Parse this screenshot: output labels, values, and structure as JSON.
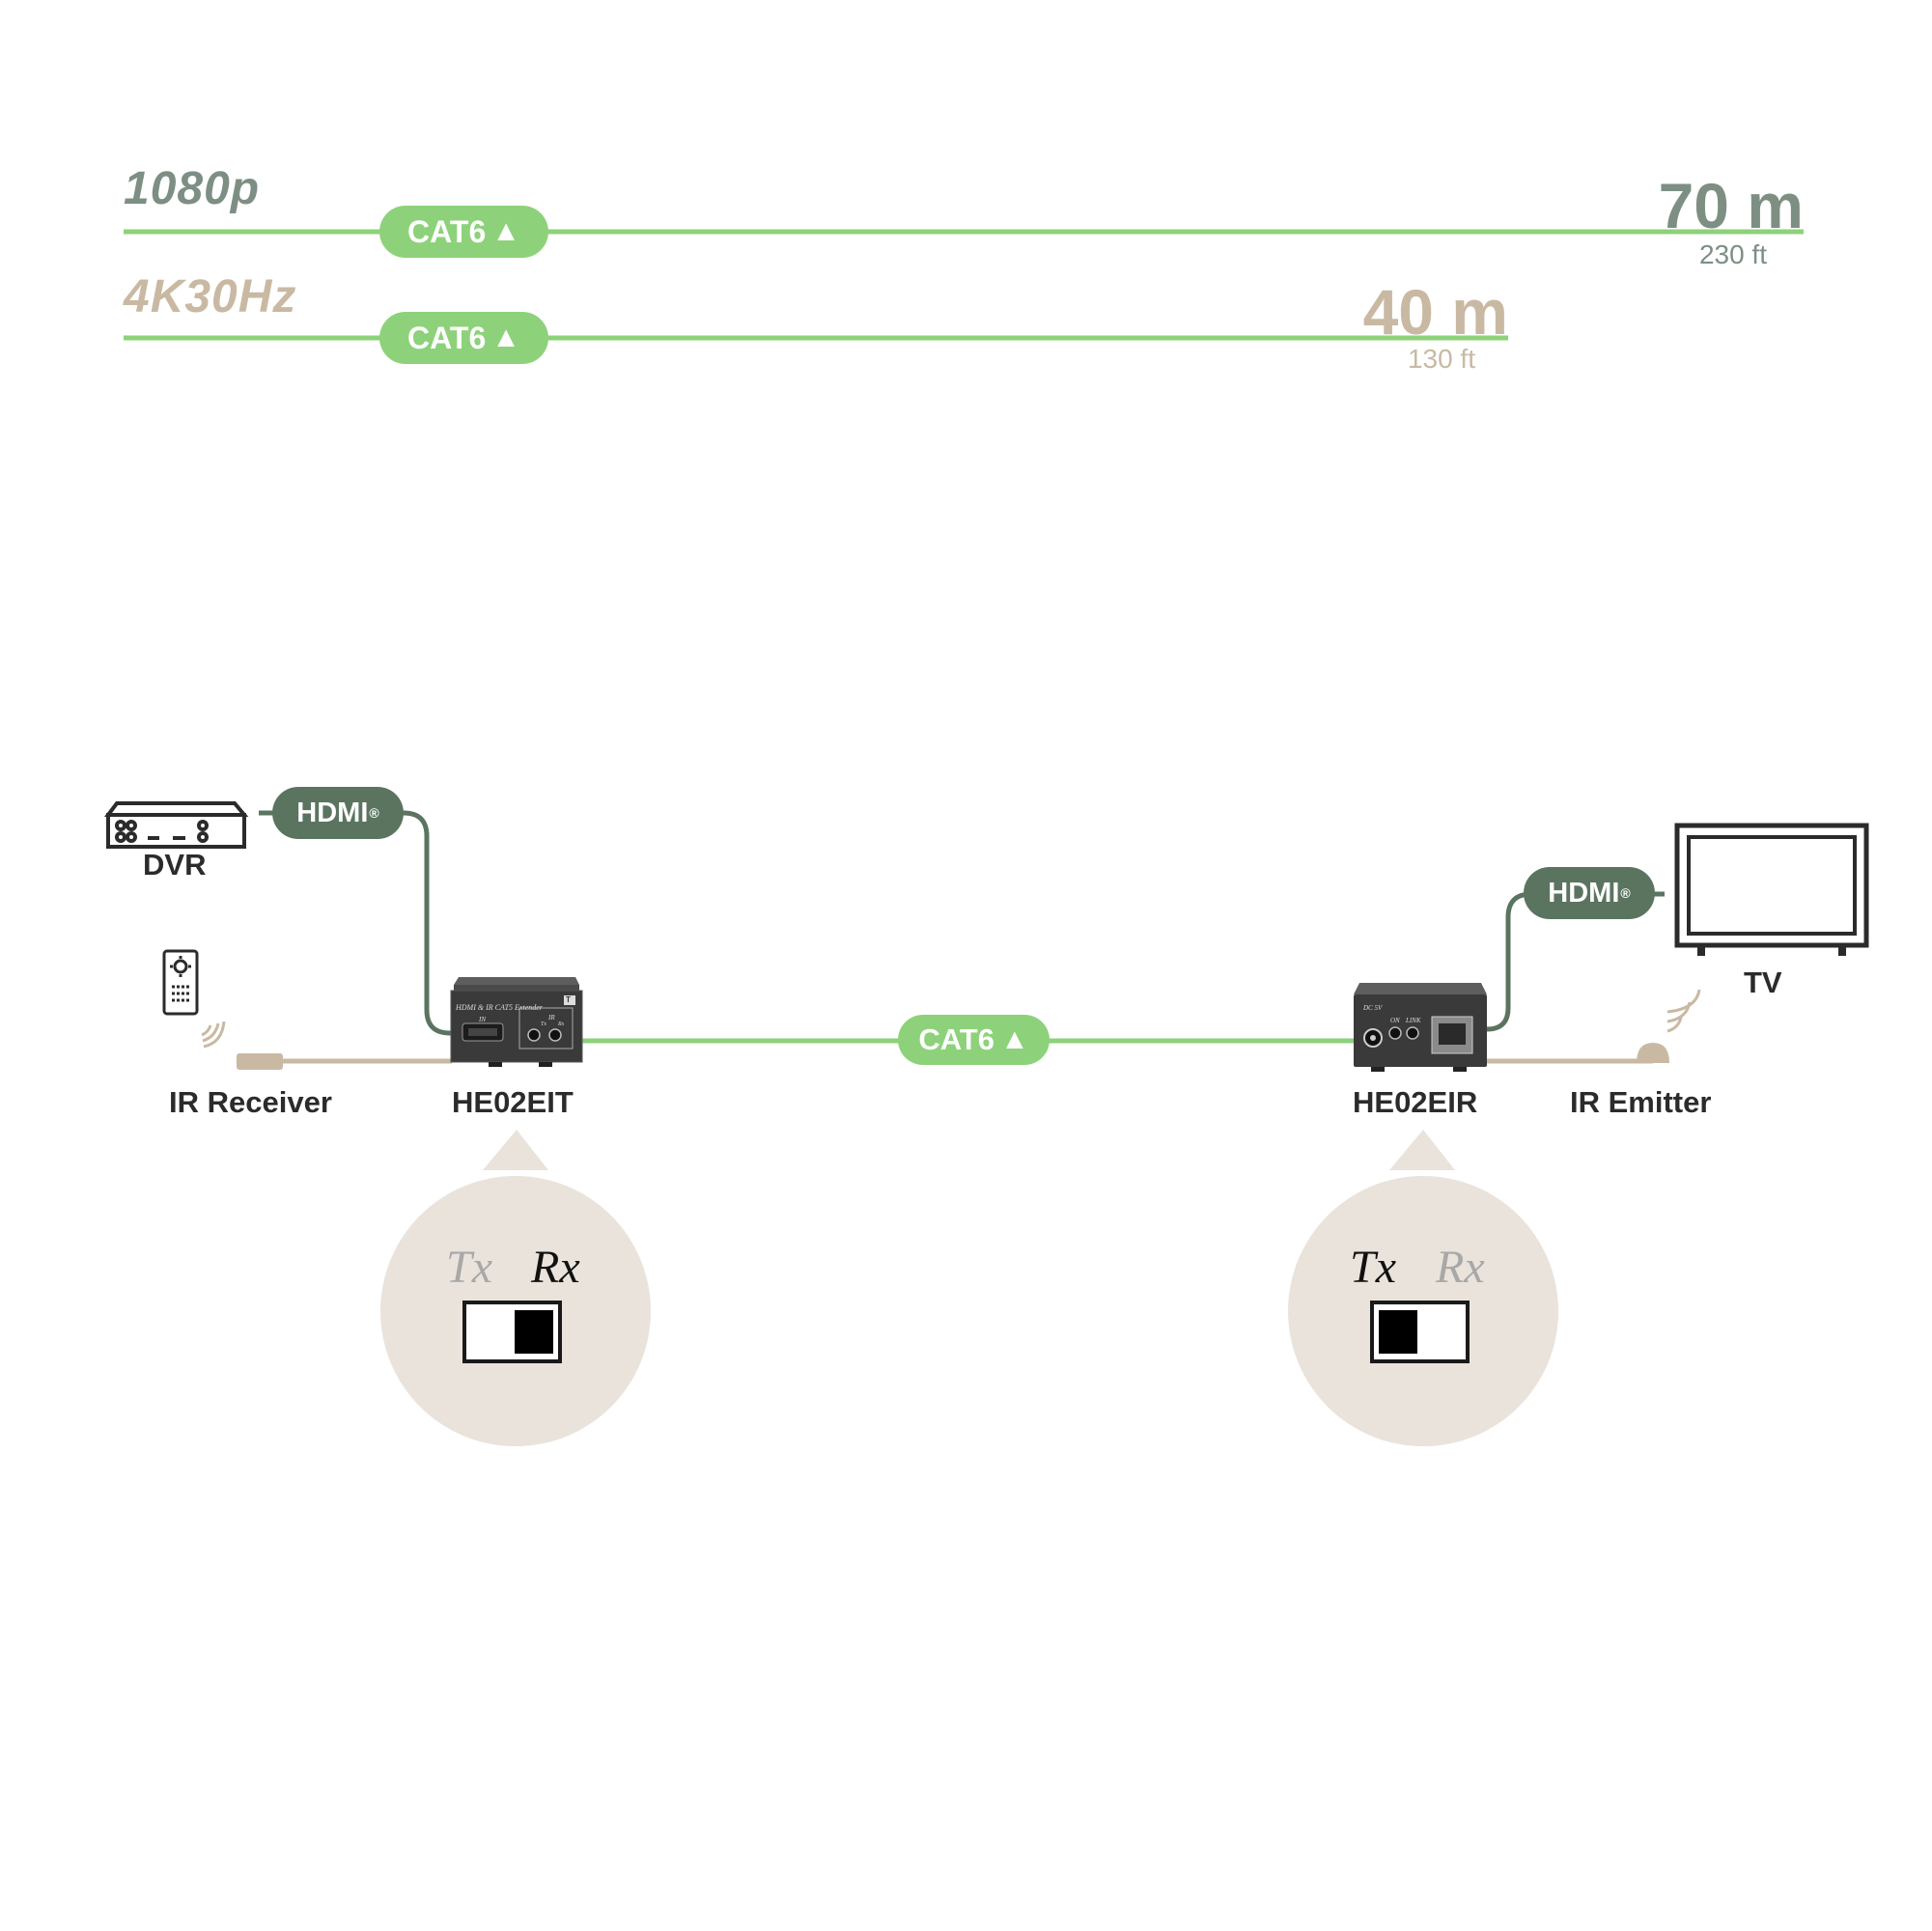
{
  "colors": {
    "cat_green": "#8dd27a",
    "hdmi_green": "#5b7460",
    "ir_beige": "#c9b9a3",
    "bubble": "#e9e3dc",
    "res_1080": "#7d8f83",
    "res_4k": "#c9b9a3",
    "text_dark": "#2b2b2b"
  },
  "ranges": [
    {
      "resolution": "1080p",
      "cable": "CAT6",
      "distance": "70 m",
      "distance_ft": "230 ft",
      "meters": 70
    },
    {
      "resolution": "4K30Hz",
      "cable": "CAT6",
      "distance": "40 m",
      "distance_ft": "130 ft",
      "meters": 40
    }
  ],
  "devices": {
    "dvr": {
      "label": "DVR",
      "icon": "dvr-icon"
    },
    "tv": {
      "label": "TV",
      "icon": "tv-icon"
    },
    "ir_receiver": {
      "label": "IR Receiver",
      "icon": "remote-control-icon"
    },
    "ir_emitter": {
      "label": "IR Emitter",
      "icon": "ir-emitter-icon"
    },
    "transmitter": {
      "label": "HE02EIT"
    },
    "receiver": {
      "label": "HE02EIR"
    }
  },
  "links": {
    "hdmi_left": "HDMI",
    "hdmi_right": "HDMI",
    "cat_main": "CAT6",
    "registered": "®"
  },
  "switches": [
    {
      "device": "HE02EIT",
      "tx": "Tx",
      "rx": "Rx",
      "position": "Rx"
    },
    {
      "device": "HE02EIR",
      "tx": "Tx",
      "rx": "Rx",
      "position": "Tx"
    }
  ],
  "transmitter_panel": {
    "title": "HDMI & IR CAT5 Extender",
    "port_in": "IN",
    "ir": "IR",
    "tx": "Tx",
    "rx": "Rx",
    "badge": "T"
  },
  "receiver_panel": {
    "dc": "DC 5V",
    "on": "ON",
    "link": "LINK"
  }
}
